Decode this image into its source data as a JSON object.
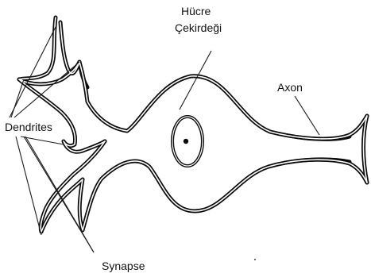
{
  "diagram": {
    "labels": {
      "nucleus_line1": "Hücre",
      "nucleus_line2": "Çekirdeği",
      "axon": "Axon",
      "dendrites": "Dendrites",
      "synapse": "Synapse"
    },
    "colors": {
      "outline": "#0b0b0b",
      "background": "#ffffff",
      "text": "#111111"
    }
  }
}
